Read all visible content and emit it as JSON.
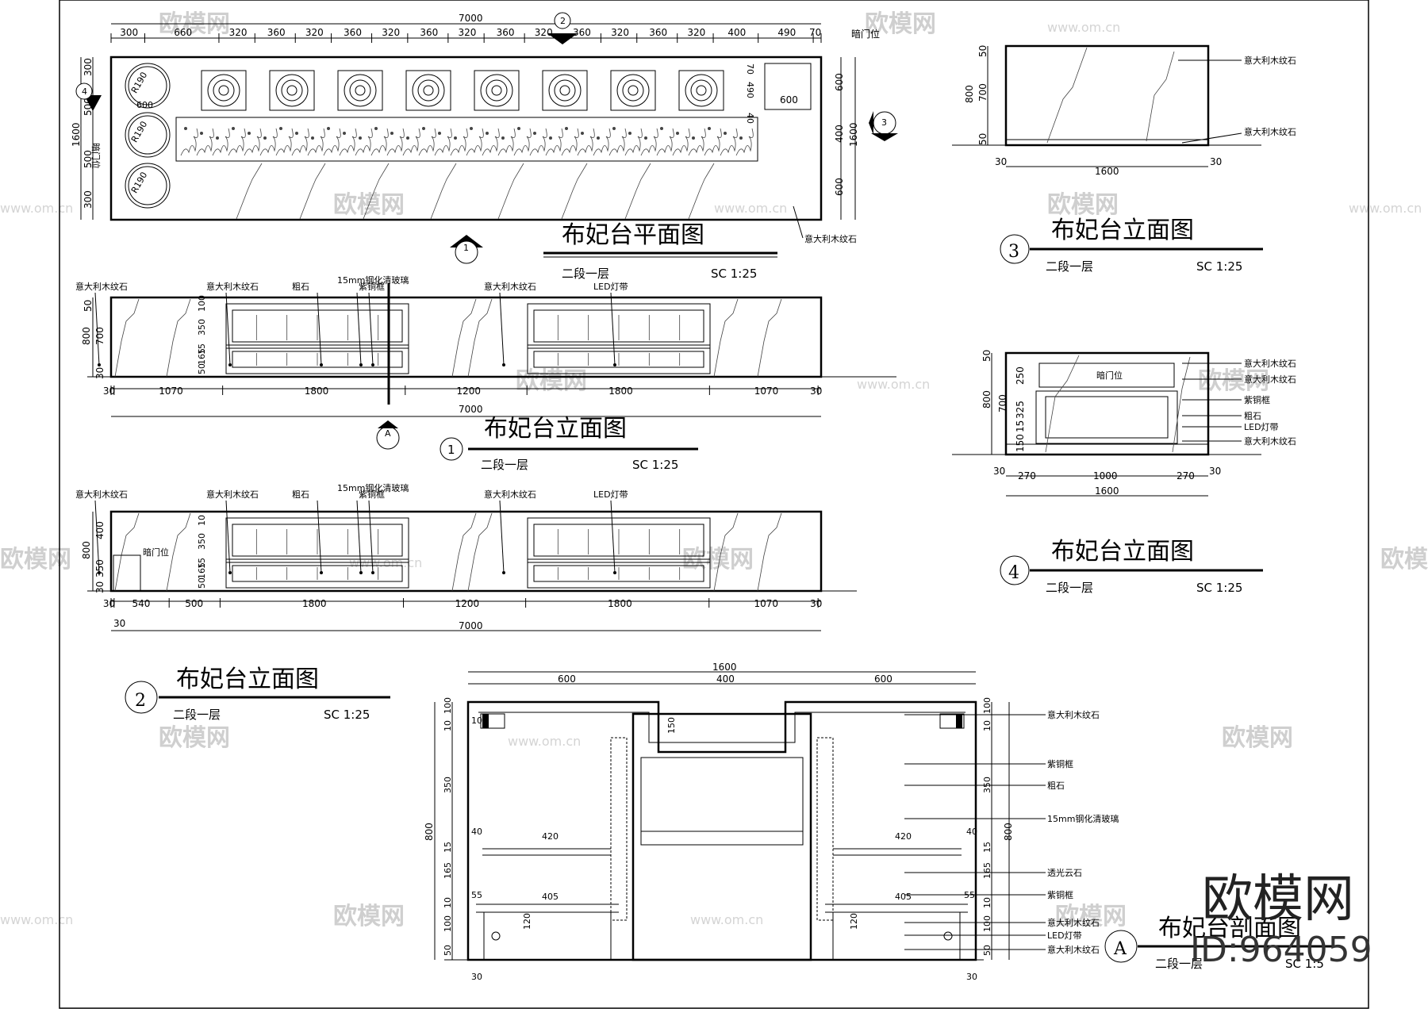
{
  "watermarks": {
    "brand": "欧模网",
    "url": "www.om.cn",
    "big": "欧模网",
    "id": "ID:964059"
  },
  "plan": {
    "title": "布妃台平面图",
    "sub": "二段一层",
    "scale": "SC  1:25",
    "top_dims": [
      "300",
      "660",
      "320",
      "360",
      "320",
      "360",
      "320",
      "360",
      "320",
      "360",
      "320",
      "360",
      "320",
      "360",
      "320",
      "400",
      "490",
      "70"
    ],
    "overall": "7000",
    "door": "暗门位",
    "label_marble": "意大利木纹石",
    "right_dims": [
      "600",
      "400",
      "600"
    ],
    "right_total": "1600",
    "left_dims": [
      "300",
      "500",
      "500",
      "300"
    ],
    "left_total": "1600",
    "inner": [
      "70",
      "490",
      "600",
      "40"
    ],
    "radius": "R190",
    "ref_a": "600"
  },
  "elev1": {
    "num": "1",
    "title": "布妃台立面图",
    "sub": "二段一层",
    "scale": "SC  1:25",
    "labels": [
      "意大利木纹石",
      "意大利木纹石",
      "粗石",
      "15mm钢化清玻璃",
      "紫铜框",
      "意大利木纹石",
      "LED灯带"
    ],
    "bottom": [
      "30",
      "1070",
      "1800",
      "1200",
      "1800",
      "1070",
      "30"
    ],
    "total": "7000",
    "left_v": [
      "50",
      "700",
      "30"
    ],
    "h": "800",
    "inner_v": [
      "100",
      "350",
      "15",
      "165",
      "50"
    ]
  },
  "elev2": {
    "num": "2",
    "title": "布妃台立面图",
    "sub": "二段一层",
    "scale": "SC  1:25",
    "labels": [
      "意大利木纹石",
      "意大利木纹石",
      "粗石",
      "15mm钢化清玻璃",
      "紫铜框",
      "意大利木纹石",
      "LED灯带"
    ],
    "door": "暗门位",
    "bottom": [
      "30",
      "540",
      "500",
      "1800",
      "1200",
      "1800",
      "1070",
      "30"
    ],
    "bottom_left": "30",
    "total": "7000",
    "left_v": [
      "400",
      "350",
      "30"
    ],
    "h": "800",
    "inner_v": [
      "10",
      "350",
      "15",
      "165",
      "50"
    ]
  },
  "elev3": {
    "num": "3",
    "title": "布妃台立面图",
    "sub": "二段一层",
    "scale": "SC  1:25",
    "labels": [
      "意大利木纹石",
      "意大利木纹石"
    ],
    "v": [
      "50",
      "700",
      "50"
    ],
    "h": "800",
    "bottom": [
      "30",
      "1600",
      "30"
    ]
  },
  "elev4": {
    "num": "4",
    "title": "布妃台立面图",
    "sub": "二段一层",
    "scale": "SC  1:25",
    "door": "暗门位",
    "labels": [
      "意大利木纹石",
      "意大利木纹石",
      "紫铜框",
      "粗石",
      "LED灯带",
      "意大利木纹石"
    ],
    "v": [
      "50",
      "250",
      "325",
      "15",
      "150"
    ],
    "h": "800",
    "h2": "700",
    "bottom": [
      "30",
      "270",
      "1000",
      "270",
      "30"
    ],
    "total": "1600"
  },
  "section": {
    "num": "A",
    "title": "布妃台剖面图",
    "sub": "二段一层",
    "scale": "SC  1:5",
    "top": [
      "600",
      "400",
      "600"
    ],
    "total": "1600",
    "labels": [
      "意大利木纹石",
      "紫铜框",
      "粗石",
      "15mm钢化清玻璃",
      "透光云石",
      "紫铜框",
      "意大利木纹石",
      "LED灯带",
      "意大利木纹石"
    ],
    "left_v": [
      "100",
      "10",
      "350",
      "15",
      "165",
      "10",
      "100",
      "50"
    ],
    "h": "800",
    "inner": [
      "10",
      "150",
      "40",
      "420",
      "40",
      "420",
      "55",
      "405",
      "55",
      "405",
      "120",
      "120",
      "30",
      "30"
    ]
  },
  "markers": {
    "m1": "1",
    "m2": "2",
    "m3": "3",
    "m4": "4",
    "mA": "A"
  }
}
